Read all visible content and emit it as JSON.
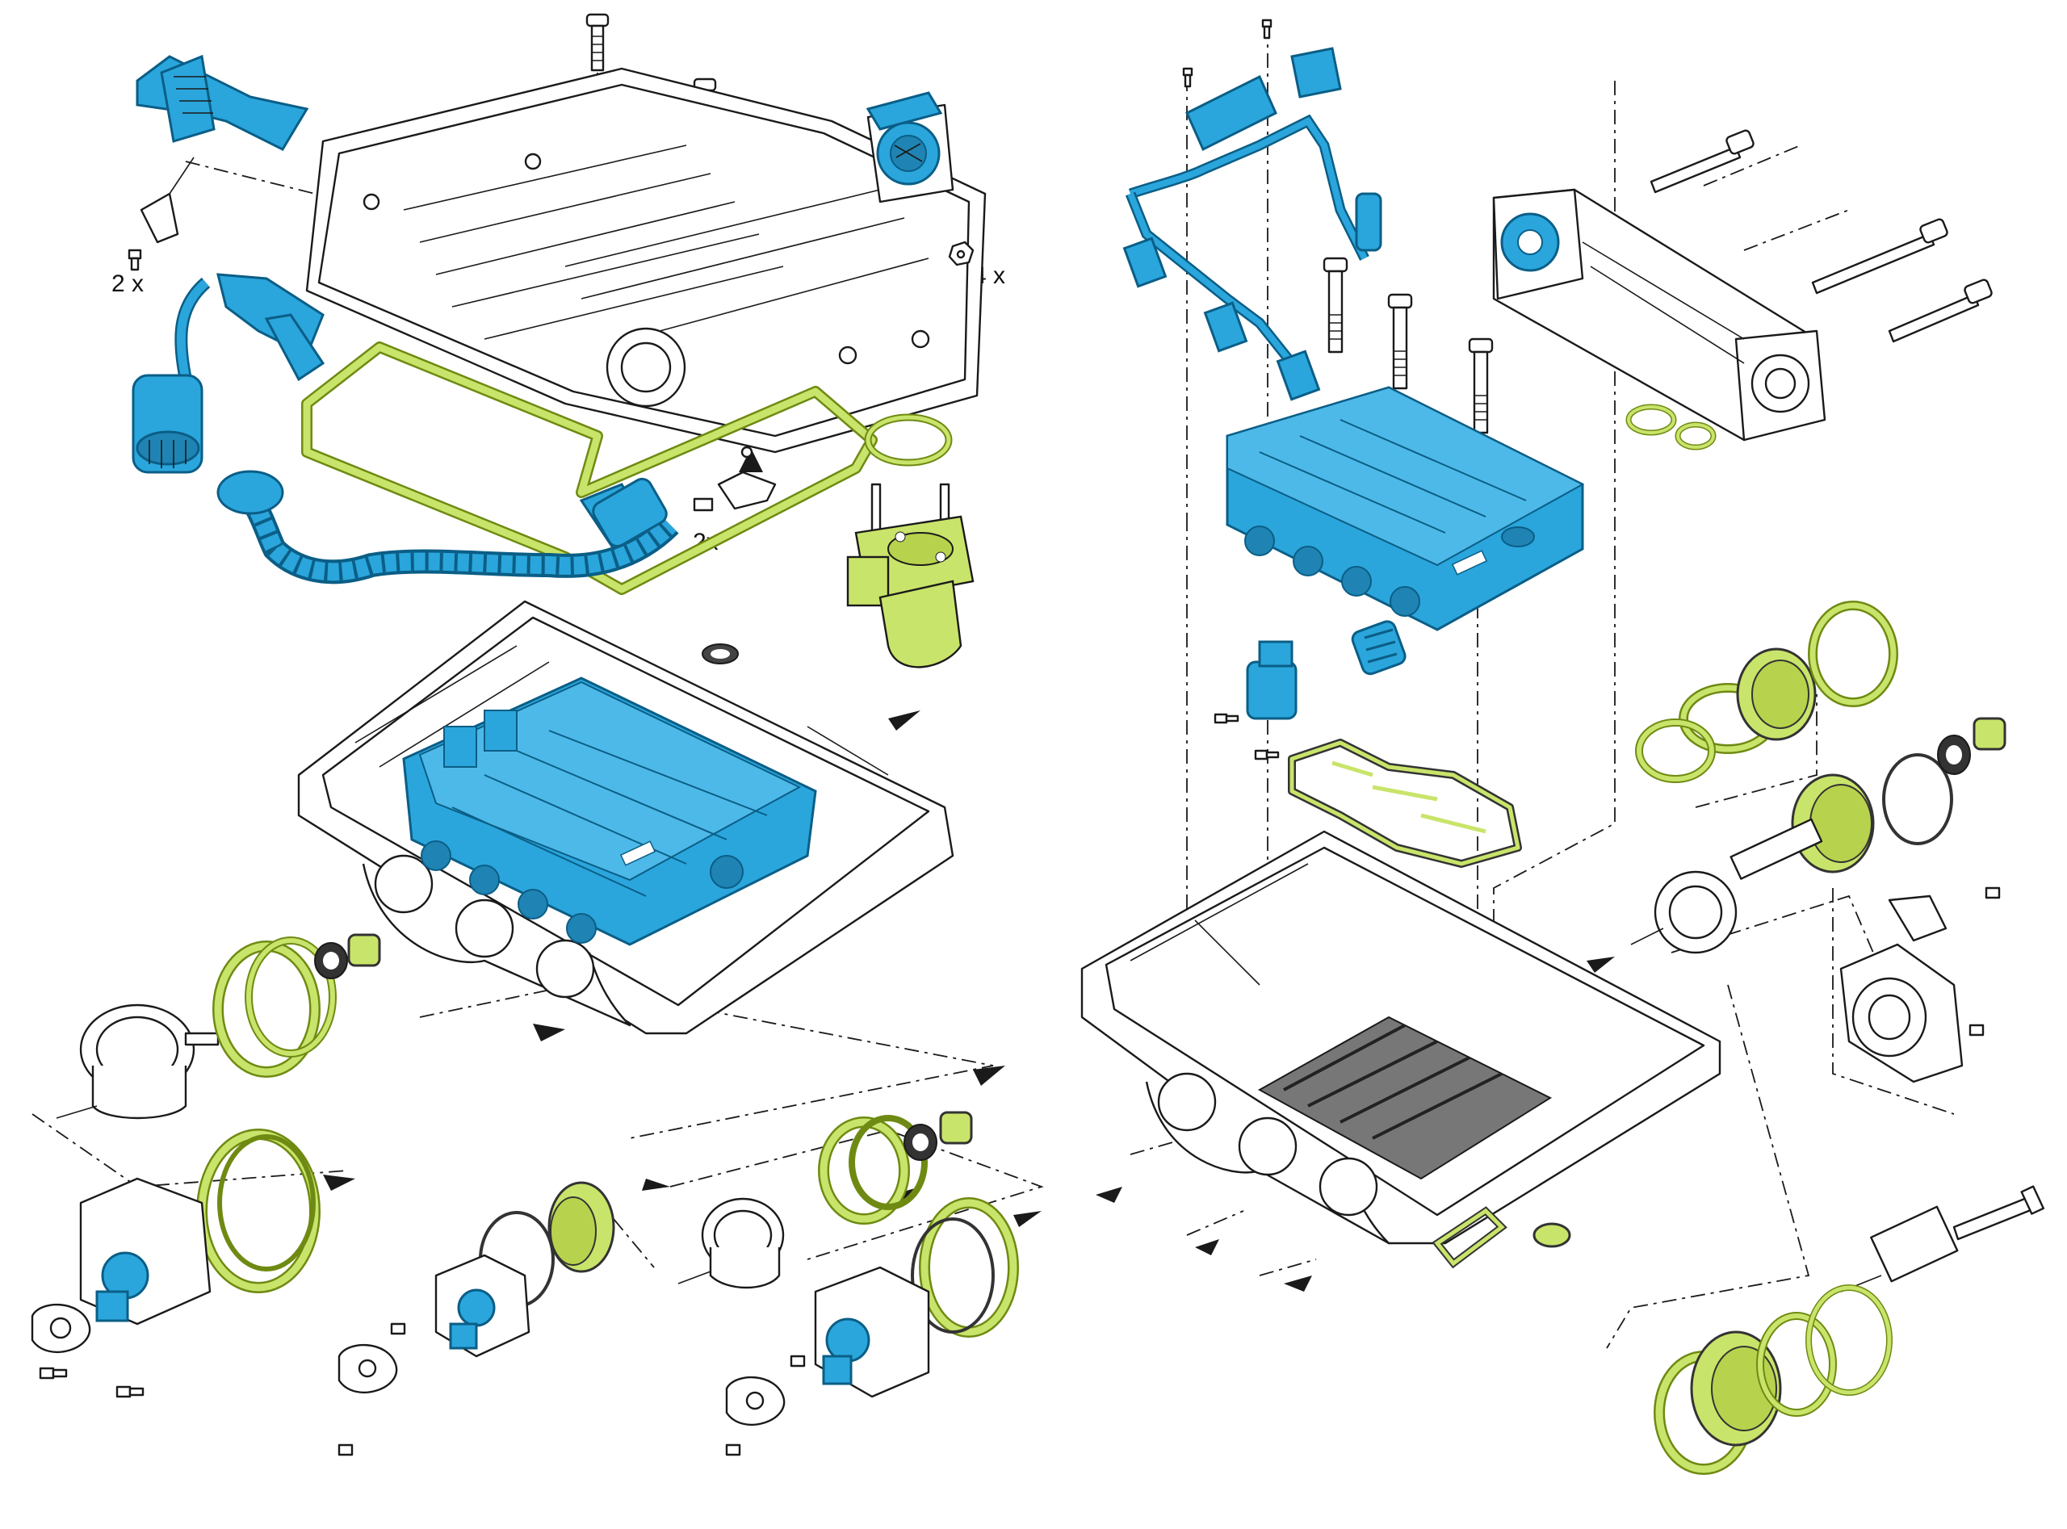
{
  "labels": {
    "qty_left": "2 x",
    "qty_right": "4 x",
    "qty_mid": "2x"
  },
  "colors": {
    "blue": "#2aa6dc",
    "blue_dark": "#0b5e86",
    "green": "#c9e46a",
    "green_dark": "#6f8a12",
    "line": "#1a1a1a"
  }
}
